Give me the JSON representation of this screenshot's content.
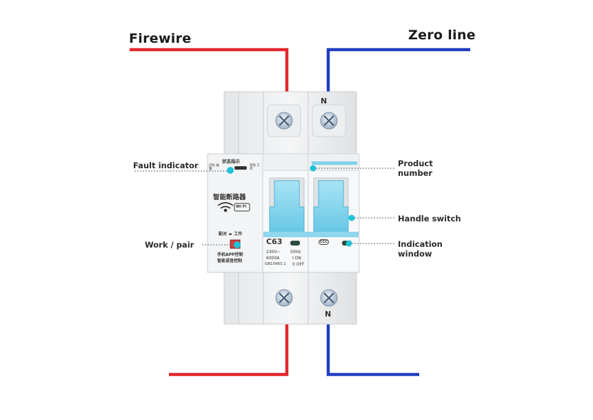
{
  "wires": {
    "left_title": "Firewire",
    "right_title": "Zero line",
    "live_color": "#e3262b",
    "neutral_color": "#1f3fbf"
  },
  "callouts": {
    "fault_indicator": "Fault indicator",
    "work_pair": "Work / pair",
    "product_number_line1": "Product",
    "product_number_line2": "number",
    "handle_switch": "Handle switch",
    "indication_window_line1": "Indication",
    "indication_window_line2": "window"
  },
  "device": {
    "terminal_top_label": "N",
    "terminal_bottom_label": "N",
    "status_heading": "状态指示",
    "status_left": "闪烁 报警",
    "status_right": "常亮 工作",
    "brand_text": "智能断路器",
    "wifi_badge": "Wi Fi",
    "pair_work_text": "配对 ◂▸ 工作",
    "app_line1": "手机APP控制",
    "app_line2": "智能语音控制",
    "rating": "C63",
    "spec_voltage": "230V~",
    "spec_freq": "50Hz",
    "spec_capacity": "6000A",
    "spec_on": "I ON",
    "spec_std": "GB10963.1",
    "spec_off": "0 OFF",
    "cert_mark": "CCC",
    "accent_color": "#7fd3ec",
    "indicator_color": "#1ec3d8"
  }
}
